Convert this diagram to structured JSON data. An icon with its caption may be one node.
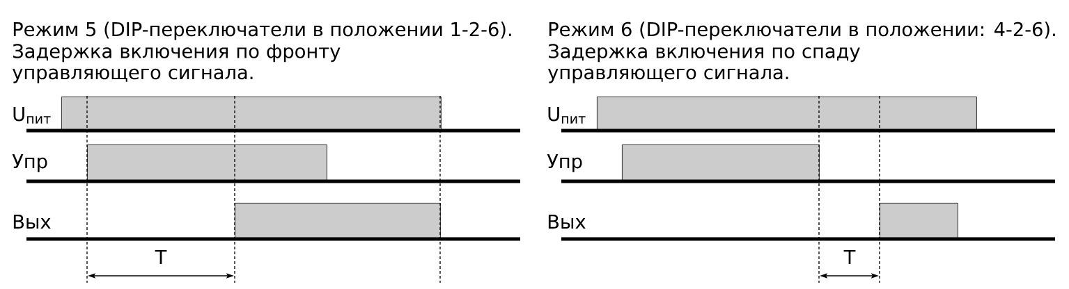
{
  "diagram": {
    "nodes": [
      {
        "text": [],
        "shape": "bar"
      },
      {
        "text": [],
        "shape": "bar"
      },
      {
        "text": [],
        "shape": "bar"
      },
      {
        "text": [],
        "shape": "bar"
      },
      {
        "text": [],
        "shape": "bar"
      },
      {
        "text": [],
        "shape": "bar"
      }
    ],
    "labels": [
      "Режим 5 (DIP-переключатели в положении 1-2-6).",
      "Задержка включения по фронту управляющего сигнала.",
      "U$_{пит}$",
      "Упр",
      "Вых",
      "T",
      "Режим 6 (DIP-переключатели в положении: 4-2-6).",
      "Задержка включения по спаду управляющего сигнала.",
      "U$_{пит}$",
      "Упр",
      "Вых",
      "T"
    ]
  }
}
